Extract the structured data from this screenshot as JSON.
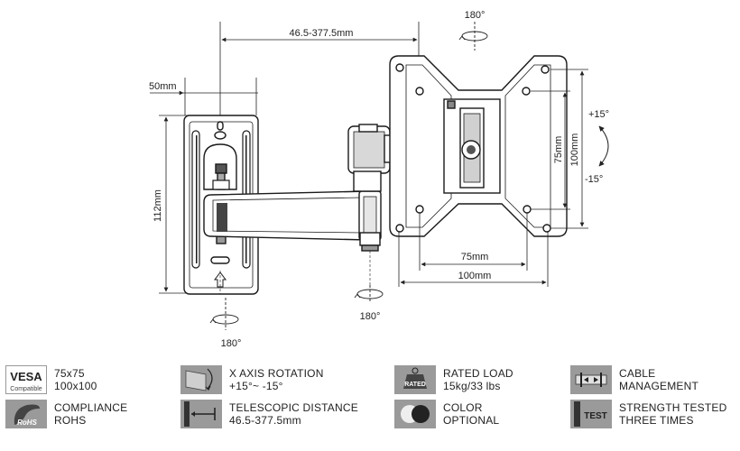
{
  "dimensions": {
    "arm_extension": "46.5-377.5mm",
    "wall_plate_width": "50mm",
    "wall_plate_height": "112mm",
    "vesa_h_small": "75mm",
    "vesa_h_large": "100mm",
    "vesa_v_small": "75mm",
    "vesa_v_large": "100mm",
    "rotation_top": "180°",
    "rotation_bottom_left": "180°",
    "rotation_bottom_mid": "180°",
    "tilt_up": "+15°",
    "tilt_down": "-15°"
  },
  "features": [
    {
      "icon": "vesa-compatible-icon",
      "badge_main": "VESA",
      "badge_sub": "Compatible",
      "line1": "75x75",
      "line2": "100x100"
    },
    {
      "icon": "x-axis-rotation-icon",
      "line1": "X AXIS ROTATION",
      "line2": "+15°~ -15°"
    },
    {
      "icon": "rated-load-icon",
      "badge_main": "RATED",
      "line1": "RATED LOAD",
      "line2": "15kg/33 lbs"
    },
    {
      "icon": "cable-management-icon",
      "line1": "CABLE",
      "line2": "MANAGEMENT"
    },
    {
      "icon": "rohs-icon",
      "badge_main": "RoHS",
      "line1": "COMPLIANCE",
      "line2": "ROHS"
    },
    {
      "icon": "telescopic-distance-icon",
      "line1": "TELESCOPIC DISTANCE",
      "line2": "46.5-377.5mm"
    },
    {
      "icon": "color-optional-icon",
      "line1": "COLOR",
      "line2": "OPTIONAL"
    },
    {
      "icon": "strength-test-icon",
      "badge_main": "TEST",
      "line1": "STRENGTH TESTED",
      "line2": "THREE TIMES"
    }
  ],
  "colors": {
    "line": "#1a1a1a",
    "icon_gray": "#8a8a8a",
    "dark": "#222222"
  }
}
